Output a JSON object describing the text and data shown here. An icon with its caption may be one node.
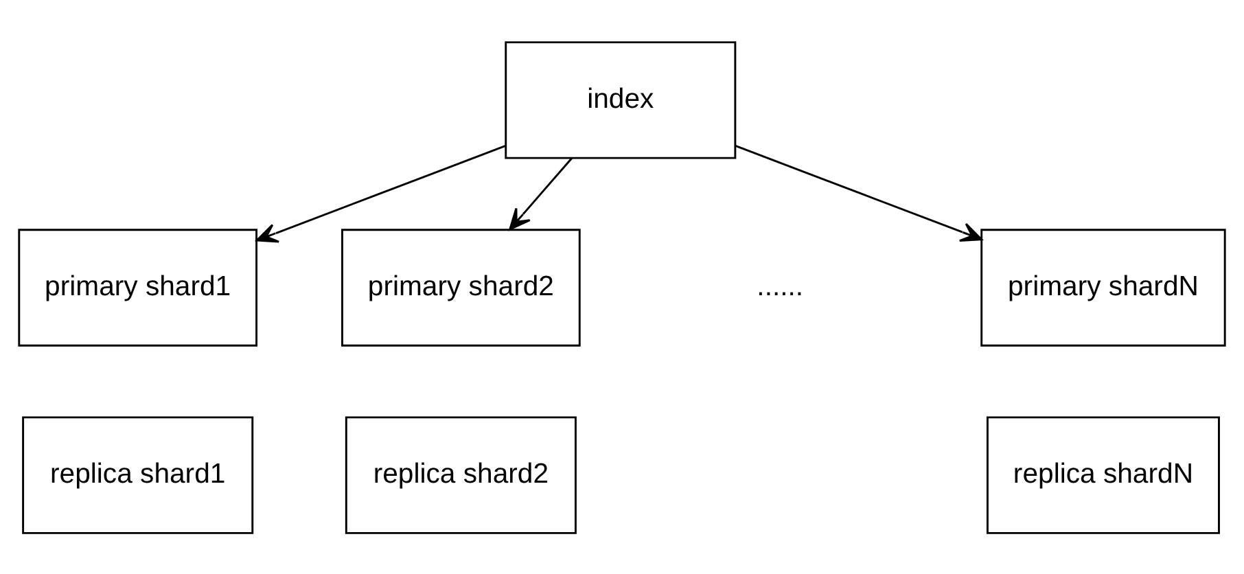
{
  "diagram": {
    "nodes": [
      {
        "text": [
          "index"
        ]
      },
      {
        "text": [
          "primary shard1"
        ]
      },
      {
        "text": [
          "primary shard2"
        ]
      },
      {
        "text": [
          "primary shardN"
        ]
      },
      {
        "text": [
          "replica shard1"
        ]
      },
      {
        "text": [
          "replica shard2"
        ]
      },
      {
        "text": [
          "replica shardN"
        ]
      }
    ],
    "edges": [
      {
        "from": 0,
        "to": 1,
        "arrow": "to"
      },
      {
        "from": 0,
        "to": 2,
        "arrow": "to"
      },
      {
        "from": 0,
        "to": 3,
        "arrow": "to"
      }
    ],
    "labels": [
      "......"
    ]
  }
}
